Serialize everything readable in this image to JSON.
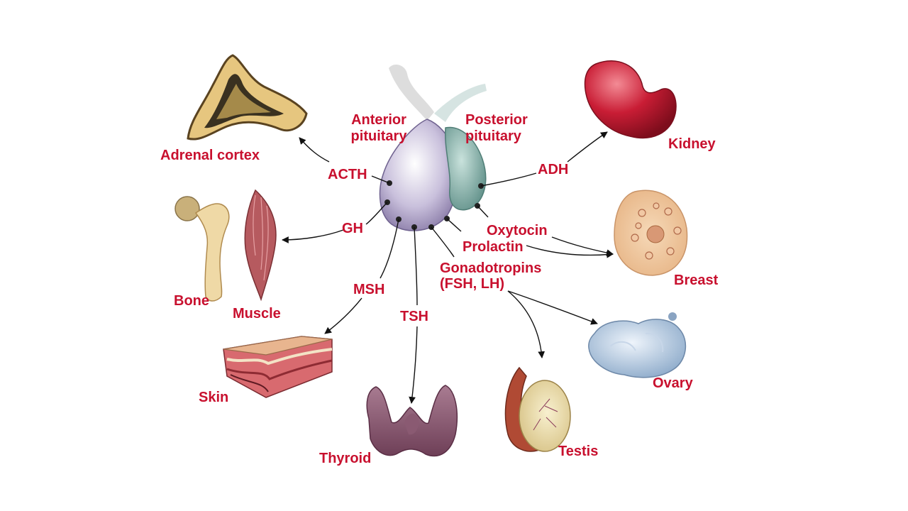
{
  "colors": {
    "label": "#c8102e",
    "arrow": "#111111",
    "anterior_lobe": "#9c8fb8",
    "posterior_lobe": "#7fa9a2",
    "kidney": "#b3172e",
    "breast": "#f0c79a",
    "ovary": "#a9c1d9",
    "testis": "#efe1b0",
    "thyroid": "#8e5a73",
    "skin": "#c94d58",
    "muscle": "#b65a5f",
    "bone": "#ecd6a3",
    "adrenal": "#e5c57f"
  },
  "pituitary": {
    "anterior_label": [
      "Anterior",
      "pituitary"
    ],
    "posterior_label": [
      "Posterior",
      "pituitary"
    ]
  },
  "hormones": {
    "acth": "ACTH",
    "gh": "GH",
    "msh": "MSH",
    "tsh": "TSH",
    "gonadotropins": [
      "Gonadotropins",
      "(FSH, LH)"
    ],
    "prolactin": "Prolactin",
    "oxytocin": "Oxytocin",
    "adh": "ADH"
  },
  "targets": {
    "adrenal_cortex": "Adrenal cortex",
    "bone": "Bone",
    "muscle": "Muscle",
    "skin": "Skin",
    "thyroid": "Thyroid",
    "testis": "Testis",
    "ovary": "Ovary",
    "breast": "Breast",
    "kidney": "Kidney"
  },
  "organ_icons": {
    "pituitary": "pituitary-gland-illustration",
    "adrenal": "adrenal-gland-illustration",
    "bone": "femur-bone-illustration",
    "muscle": "muscle-illustration",
    "skin": "skin-cross-section-illustration",
    "thyroid": "thyroid-gland-illustration",
    "testis": "testis-illustration",
    "ovary": "ovary-illustration",
    "breast": "breast-tissue-illustration",
    "kidney": "kidney-illustration"
  }
}
